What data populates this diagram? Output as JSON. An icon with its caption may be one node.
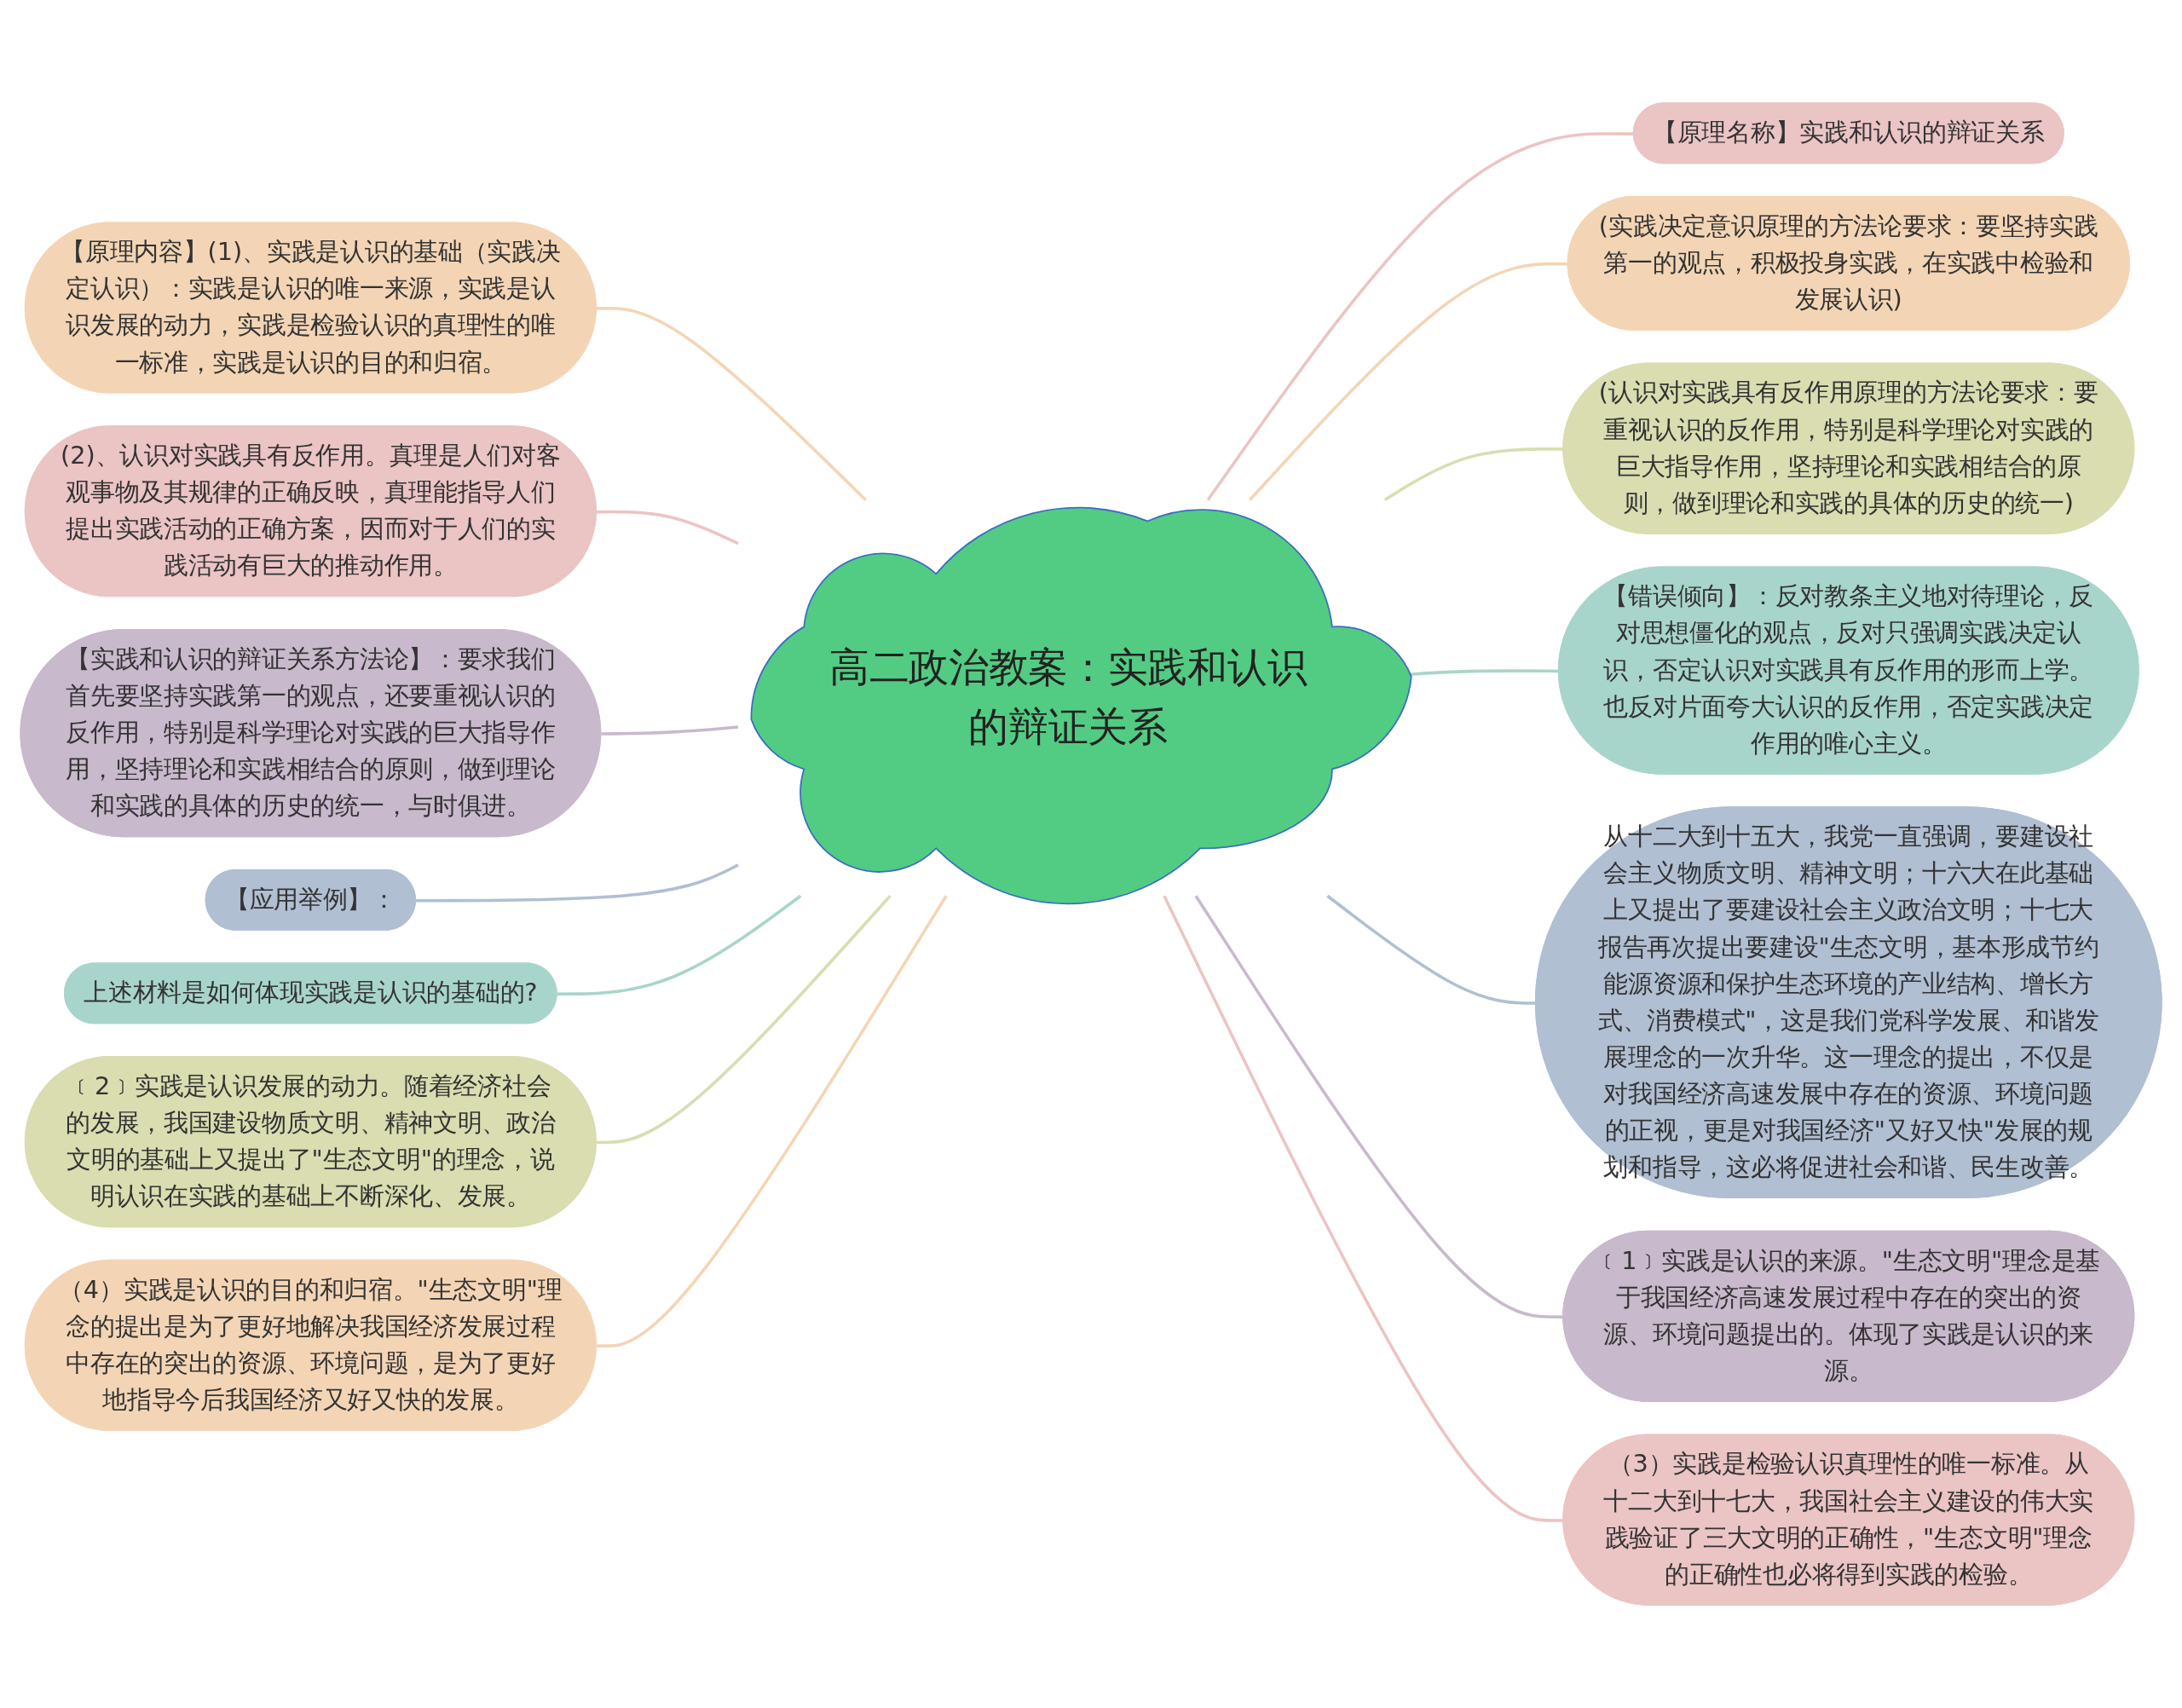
{
  "diagram": {
    "nodes": [
      {
        "text": [
          "高二政治教案：实践和认识的辩证关系"
        ]
      },
      {
        "text": [
          "【原理内容】(1)、实践是认识的基础（实践决定认识）：实践是认识的唯一来源，实践是认识发展的动力，实践是检验认识的真理性的唯一标准，实践是认识的目的和归宿。"
        ]
      },
      {
        "text": [
          "(2)、认识对实践具有反作用。真理是人们对客观事物及其规律的正确反映，真理能指导人们提出实践活动的正确方案，因而对于人们的实践活动有巨大的推动作用。"
        ]
      },
      {
        "text": [
          "【实践和认识的辩证关系方法论】：要求我们首先要坚持实践第一的观点，还要重视认识的反作用，特别是科学理论对实践的巨大指导作用，坚持理论和实践相结合的原则，做到理论和实践的具体的历史的统一，与时俱进。"
        ]
      },
      {
        "text": [
          "【应用举例】："
        ]
      },
      {
        "text": [
          "上述材料是如何体现实践是认识的基础的?"
        ]
      },
      {
        "text": [
          "﹝2﹞实践是认识发展的动力。随着经济社会的发展，我国建设物质文明、精神文明、政治文明的基础上又提出了\"生态文明\"的理念，说明认识在实践的基础上不断深化、发展。"
        ]
      },
      {
        "text": [
          "（4）实践是认识的目的和归宿。\"生态文明\"理念的提出是为了更好地解决我国经济发展过程中存在的突出的资源、环境问题，是为了更好地指导今后我国经济又好又快的发展。"
        ]
      },
      {
        "text": [
          "【原理名称】实践和认识的辩证关系"
        ]
      },
      {
        "text": [
          "(实践决定意识原理的方法论要求：要坚持实践第一的观点，积极投身实践，在实践中检验和发展认识)"
        ]
      },
      {
        "text": [
          "(认识对实践具有反作用原理的方法论要求：要重视认识的反作用，特别是科学理论对实践的巨大指导作用，坚持理论和实践相结合的原则，做到理论和实践的具体的历史的统一)"
        ]
      },
      {
        "text": [
          "【错误倾向】：反对教条主义地对待理论，反对思想僵化的观点，反对只强调实践决定认识，否定认识对实践具有反作用的形而上学。也反对片面夸大认识的反作用，否定实践决定作用的唯心主义。"
        ]
      },
      {
        "text": [
          "从十二大到十五大，我党一直强调，要建设社会主义物质文明、精神文明；十六大在此基础上又提出了要建设社会主义政治文明；十七大报告再次提出要建设\"生态文明，基本形成节约能源资源和保护生态环境的产业结构、增长方式、消费模式\"，这是我们党科学发展、和谐发展理念的一次升华。这一理念的提出，不仅是对我国经济高速发展中存在的资源、环境问题的正视，更是对我国经济\"又好又快\"发展的规划和指导，这必将促进社会和谐、民生改善。"
        ]
      },
      {
        "text": [
          "﹝1﹞实践是认识的来源。\"生态文明\"理念是基于我国经济高速发展过程中存在的突出的资源、环境问题提出的。体现了实践是认识的来源。"
        ]
      },
      {
        "text": [
          "（3）实践是检验认识真理性的唯一标准。从十二大到十七大，我国社会主义建设的伟大实践验证了三大文明的正确性，\"生态文明\"理念的正确性也必将得到实践的检验。"
        ]
      }
    ],
    "edges": [
      {
        "from": 0,
        "to": 1,
        "arrow": "none",
        "color": "#f3d5b5"
      },
      {
        "from": 0,
        "to": 2,
        "arrow": "none",
        "color": "#ebc4c4"
      },
      {
        "from": 0,
        "to": 3,
        "arrow": "none",
        "color": "#c8b9cc"
      },
      {
        "from": 0,
        "to": 4,
        "arrow": "none",
        "color": "#b0bfd2"
      },
      {
        "from": 0,
        "to": 5,
        "arrow": "none",
        "color": "#a8d5cb"
      },
      {
        "from": 0,
        "to": 6,
        "arrow": "none",
        "color": "#d9ddb0"
      },
      {
        "from": 0,
        "to": 7,
        "arrow": "none",
        "color": "#f3d5b5"
      },
      {
        "from": 0,
        "to": 8,
        "arrow": "none",
        "color": "#ebc4c4"
      },
      {
        "from": 0,
        "to": 9,
        "arrow": "none",
        "color": "#f3d5b5"
      },
      {
        "from": 0,
        "to": 10,
        "arrow": "none",
        "color": "#d9ddb0"
      },
      {
        "from": 0,
        "to": 11,
        "arrow": "none",
        "color": "#a8d5cb"
      },
      {
        "from": 0,
        "to": 12,
        "arrow": "none",
        "color": "#b0bfd2"
      },
      {
        "from": 0,
        "to": 13,
        "arrow": "none",
        "color": "#c8b9cc"
      },
      {
        "from": 0,
        "to": 14,
        "arrow": "none",
        "color": "#ebc4c4"
      }
    ]
  }
}
